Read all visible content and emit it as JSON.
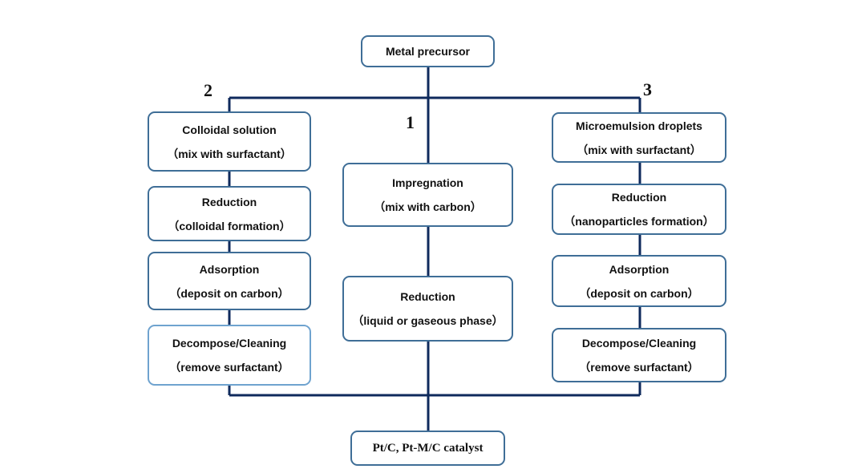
{
  "diagram": {
    "colors": {
      "line": "#0f2a5c",
      "box_border": "#3f6e97",
      "box_border_light": "#6fa3cf"
    },
    "top_node": "Metal precursor",
    "route_numbers": {
      "center": "1",
      "left": "2",
      "right": "3"
    },
    "left_route": [
      {
        "title": "Colloidal solution",
        "subtitle": "（mix with surfactant）"
      },
      {
        "title": "Reduction",
        "subtitle": "（colloidal formation）"
      },
      {
        "title": "Adsorption",
        "subtitle": "（deposit on carbon）"
      },
      {
        "title": "Decompose/Cleaning",
        "subtitle": "（remove surfactant）"
      }
    ],
    "center_route": [
      {
        "title": "Impregnation",
        "subtitle": "（mix with carbon）"
      },
      {
        "title": "Reduction",
        "subtitle": "（liquid or gaseous phase）"
      }
    ],
    "right_route": [
      {
        "title": "Microemulsion droplets",
        "subtitle": "（mix with surfactant）"
      },
      {
        "title": "Reduction",
        "subtitle": "（nanoparticles formation）"
      },
      {
        "title": "Adsorption",
        "subtitle": "（deposit on carbon）"
      },
      {
        "title": "Decompose/Cleaning",
        "subtitle": "（remove surfactant）"
      }
    ],
    "bottom_node": "Pt/C, Pt-M/C catalyst"
  }
}
